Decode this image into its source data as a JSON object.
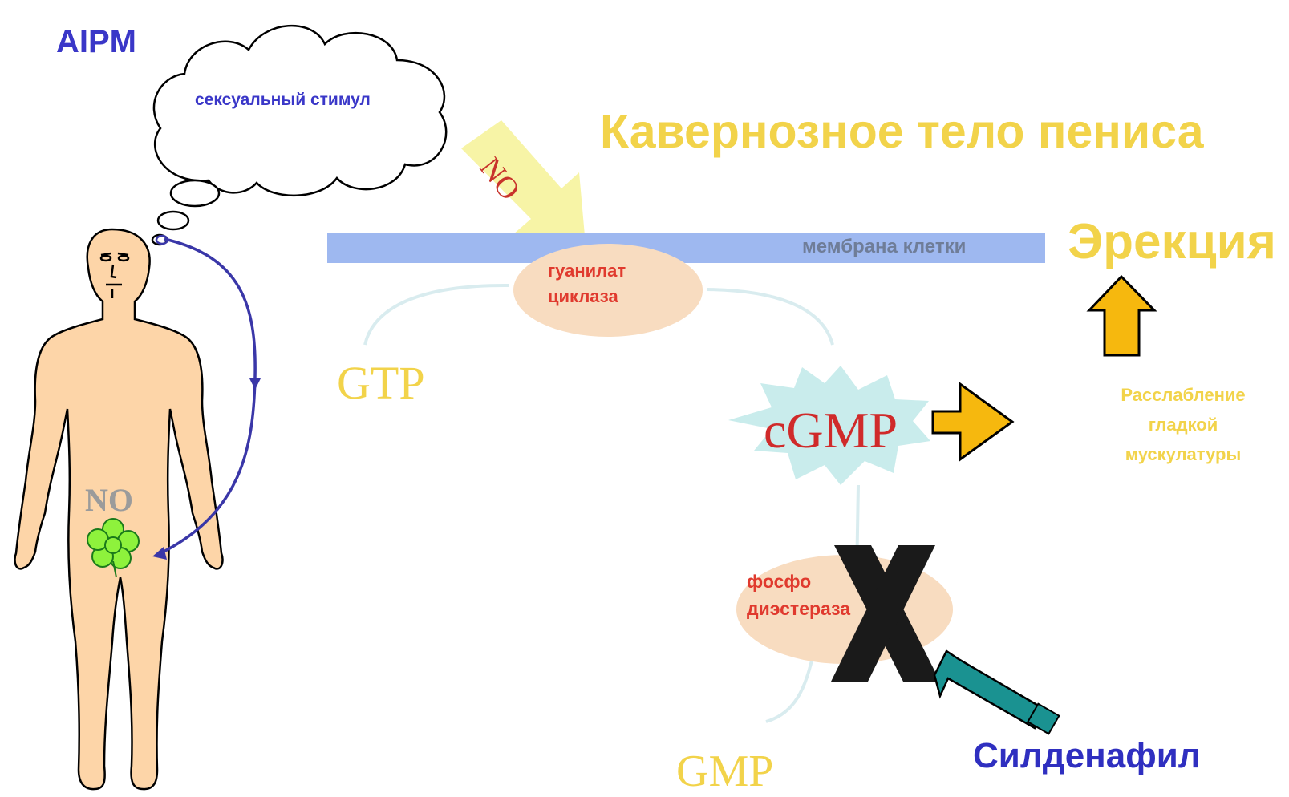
{
  "labels": {
    "aipm": "AIPM",
    "stimulus": "сексуальный стимул",
    "no_arrow": "NO",
    "title": "Кавернозное тело пениса",
    "membrane": "мембрана клетки",
    "erection": "Эрекция",
    "guanylate_cyclase": "гуанилат\nциклаза",
    "gtp": "GTP",
    "cgmp": "cGMP",
    "relaxation": "Расслабление\nгладкой\nмускулатуры",
    "no_body": "NO",
    "phosphodiesterase": "фосфо\nдиэстераза",
    "gmp": "GMP",
    "sildenafil": "Силденафил"
  },
  "colors": {
    "aipm": "#3a37c8",
    "stimulus": "#3a37c8",
    "no_arrow_text": "#c8332b",
    "no_arrow_fill": "#f7f4a6",
    "title": "#f2d34a",
    "membrane": "#9eb8f0",
    "membrane_text": "#6f7d98",
    "erection": "#f2d34a",
    "enzyme_fill": "#f8dcc0",
    "enzyme_text": "#e03a2e",
    "gtp": "#f2d34a",
    "cgmp_text": "#d02a2a",
    "cgmp_star": "#c9ecec",
    "up_arrow": "#f6b80e",
    "relaxation": "#f2d34a",
    "no_body": "#9b9b9b",
    "gmp": "#f2d34a",
    "sildenafil": "#2f2fc0",
    "inhibitor_arrow": "#1a9291",
    "skin": "#fdd5a8",
    "x_mark": "#1a1a1a",
    "curves": "#d9ecef",
    "nerve_arrow": "#3a37a8",
    "clover": "#8ef23c"
  },
  "icons": [
    "thought-cloud-icon",
    "human-figure-icon",
    "clover-icon",
    "x-mark-icon",
    "syringe-arrow-icon"
  ]
}
